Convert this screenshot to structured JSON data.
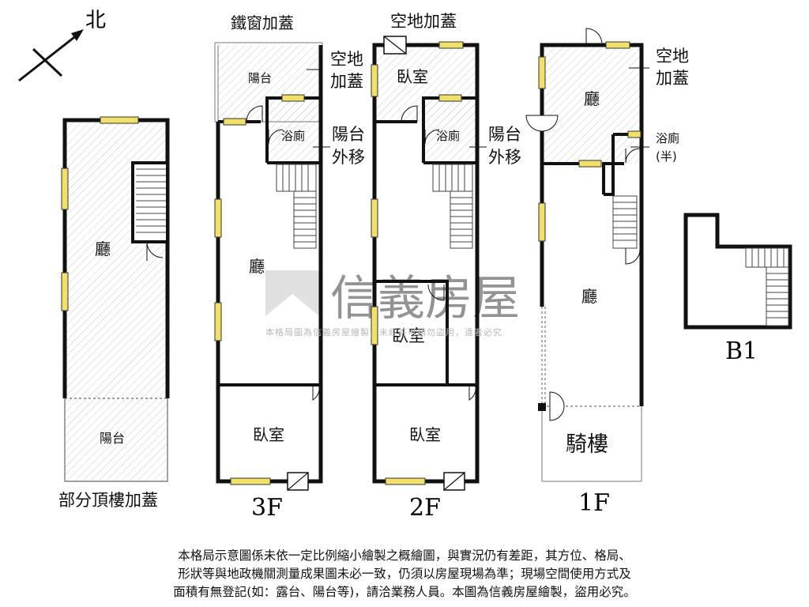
{
  "compass": {
    "north": "北"
  },
  "watermark": {
    "brand": "信義房屋",
    "subline": "本格局圖為信義房屋繪製，未經許可請勿盜用，違者必究"
  },
  "floors": {
    "roof": {
      "title": "部分頂樓加蓋",
      "hall": "廳",
      "balcony": "陽台"
    },
    "f3": {
      "title": "3F",
      "window_addition": "鐵窗加蓋",
      "vacant_addition_line1": "空地",
      "vacant_addition_line2": "加蓋",
      "balcony": "陽台",
      "bath": "浴廁",
      "balcony_moved_line1": "陽台",
      "balcony_moved_line2": "外移",
      "hall": "廳",
      "bedroom": "臥室"
    },
    "f2": {
      "title": "2F",
      "vacant_addition": "空地加蓋",
      "bedroom_top": "臥室",
      "bath": "浴廁",
      "balcony_moved_line1": "陽台",
      "balcony_moved_line2": "外移",
      "bedroom_mid": "臥室",
      "bedroom_bottom": "臥室"
    },
    "f1": {
      "title": "1F",
      "vacant_addition_line1": "空地",
      "vacant_addition_line2": "加蓋",
      "hall_top": "廳",
      "bath": "浴廁",
      "bath_half": "(半)",
      "hall": "廳",
      "arcade": "騎樓"
    },
    "b1": {
      "title": "B1"
    }
  },
  "disclaimer": [
    "本格局示意圖係未依一定比例縮小繪製之概繪圖，與實況仍有差距，其方位、格局、",
    "形狀等與地政機關測量成果圖未必一致，仍須以房屋現場為準；現場空間使用方式及",
    "面積有無登記(如：露台、陽台等)，請洽業務人員。本圖為信義房屋繪製，盜用必究。"
  ]
}
